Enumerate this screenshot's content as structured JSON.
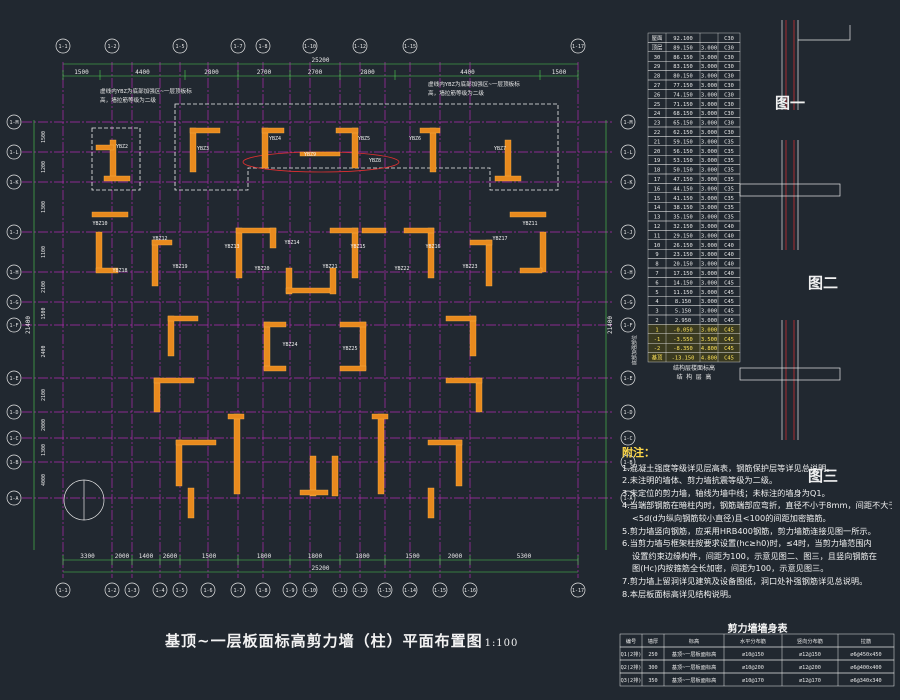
{
  "drawing": {
    "title": "基顶~一层板面标高剪力墙（柱）平面布置图",
    "scale": "1:100",
    "top_total_dim": "25200",
    "bottom_total_dim": "25200",
    "left_total_dim": "21400",
    "right_total_dim": "21400",
    "top_dims": [
      "1500",
      "4400",
      "2800",
      "2700",
      "2700",
      "2800",
      "4400",
      "1500"
    ],
    "bottom_dims": [
      "3300",
      "2000",
      "1400",
      "2600",
      "1500",
      "1800",
      "1800",
      "1800",
      "1500",
      "2000",
      "5300"
    ],
    "left_dims": [
      "1500",
      "1200",
      "1300",
      "1100",
      "2100",
      "1500",
      "2400",
      "2100",
      "2000",
      "1300",
      "4000"
    ],
    "top_axes": [
      "1-1",
      "1-2",
      "1-5",
      "1-7",
      "1-8",
      "1-10",
      "1-12",
      "1-15",
      "1-17"
    ],
    "bottom_axes": [
      "1-1",
      "1-2",
      "1-3",
      "1-4",
      "1-5",
      "1-6",
      "1-7",
      "1-8",
      "1-9",
      "1-10",
      "1-11",
      "1-12",
      "1-13",
      "1-14",
      "1-15",
      "1-16",
      "1-17"
    ],
    "left_axes": [
      "1-M",
      "1-L",
      "1-K",
      "1-J",
      "1-H",
      "1-G",
      "1-F",
      "1-E",
      "1-D",
      "1-C",
      "1-B",
      "1-A"
    ],
    "annotation_left": "虚线内YBZ为底部加强区~一层顶板标高，墙拉筋等级为二级",
    "annotation_right": "虚线内YBZ为底部加强区~一层顶板标高，墙拉筋等级为二级",
    "wall_labels": [
      "YBZ2",
      "YBZ3",
      "YBZ4",
      "YBZ5",
      "YBZ6",
      "YBZ7",
      "YBZ8",
      "YBZ9",
      "YBZ10",
      "YBZ11",
      "YBZ12",
      "YBZ13",
      "YBZ14",
      "YBZ15",
      "YBZ16",
      "YBZ17",
      "YBZ18",
      "YBZ19",
      "YBZ20",
      "YBZ21",
      "YBZ22",
      "YBZ23",
      "YBZ24",
      "YBZ25"
    ]
  },
  "floor_table": {
    "rows": [
      [
        "屋面",
        "92.100",
        "",
        "C30"
      ],
      [
        "顶层",
        "89.150",
        "3.000",
        "C30"
      ],
      [
        "30",
        "86.150",
        "3.000",
        "C30"
      ],
      [
        "29",
        "83.150",
        "3.000",
        "C30"
      ],
      [
        "28",
        "80.150",
        "3.000",
        "C30"
      ],
      [
        "27",
        "77.150",
        "3.000",
        "C30"
      ],
      [
        "26",
        "74.150",
        "3.000",
        "C30"
      ],
      [
        "25",
        "71.150",
        "3.000",
        "C30"
      ],
      [
        "24",
        "68.150",
        "3.000",
        "C30"
      ],
      [
        "23",
        "65.150",
        "3.000",
        "C30"
      ],
      [
        "22",
        "62.150",
        "3.000",
        "C30"
      ],
      [
        "21",
        "59.150",
        "3.000",
        "C35"
      ],
      [
        "20",
        "56.150",
        "3.000",
        "C35"
      ],
      [
        "19",
        "53.150",
        "3.000",
        "C35"
      ],
      [
        "18",
        "50.150",
        "3.000",
        "C35"
      ],
      [
        "17",
        "47.150",
        "3.000",
        "C35"
      ],
      [
        "16",
        "44.150",
        "3.000",
        "C35"
      ],
      [
        "15",
        "41.150",
        "3.000",
        "C35"
      ],
      [
        "14",
        "38.150",
        "3.000",
        "C35"
      ],
      [
        "13",
        "35.150",
        "3.000",
        "C35"
      ],
      [
        "12",
        "32.150",
        "3.000",
        "C40"
      ],
      [
        "11",
        "29.150",
        "3.000",
        "C40"
      ],
      [
        "10",
        "26.150",
        "3.000",
        "C40"
      ],
      [
        "9",
        "23.150",
        "3.000",
        "C40"
      ],
      [
        "8",
        "20.150",
        "3.000",
        "C40"
      ],
      [
        "7",
        "17.150",
        "3.000",
        "C40"
      ],
      [
        "6",
        "14.150",
        "3.000",
        "C45"
      ],
      [
        "5",
        "11.150",
        "3.000",
        "C45"
      ],
      [
        "4",
        "8.150",
        "3.000",
        "C45"
      ],
      [
        "3",
        "5.150",
        "3.000",
        "C45"
      ],
      [
        "2",
        "2.950",
        "3.000",
        "C45"
      ],
      [
        "1",
        "-0.050",
        "3.000",
        "C45"
      ],
      [
        "-1",
        "-3.550",
        "3.500",
        "C45"
      ],
      [
        "-2",
        "-8.350",
        "4.800",
        "C45"
      ],
      [
        "基顶",
        "-13.150",
        "4.800",
        "C45"
      ]
    ],
    "footer_1": "结构层楼面标高",
    "footer_2": "结 构 层 高",
    "side_label": "底部加强部位"
  },
  "figures": {
    "fig1": "图一",
    "fig2": "图二",
    "fig3": "图三"
  },
  "notes": {
    "head": "附注：",
    "items": [
      "1.混凝土强度等级详见层高表，钢筋保护层等详见总说明。",
      "2.未注明的墙体、剪力墙抗震等级为二级。",
      "3.未定位的剪力墙，轴线为墙中线；未标注的墙身为Q1。",
      "4.当端部钢筋在暗柱内时，钢筋端部应弯折，直径不小于8mm，间距不大于",
      "<5d(d为纵向钢筋较小直径)且<100的间距加密箍筋。",
      "5.剪力墙竖向钢筋，应采用HRB400钢筋，剪力墙筋连接见图一所示。",
      "6.当剪力墙与框架柱按要求设置(hc≥h0)时，≤4时，当剪力墙范围内",
      "设置约束边缘构件，间距为100，示意见图二、图三，且竖向钢筋在",
      "图(Hc)内按箍筋全长加密，间距为100，示意见图三。",
      "7.剪力墙上留洞详见建筑及设备图纸，洞口处补强钢筋详见总说明。",
      "8.本层板面标高详见结构说明。"
    ]
  },
  "wall_table": {
    "title": "剪力墙墙身表",
    "headers": [
      "编号",
      "墙厚",
      "标高",
      "水平分布筋",
      "竖向分布筋",
      "拉筋"
    ],
    "rows": [
      [
        "Q1(2排)",
        "250",
        "基顶~一层板面标高",
        "⌀10@150",
        "⌀12@150",
        "⌀6@450x450"
      ],
      [
        "Q2(2排)",
        "300",
        "基顶~一层板面标高",
        "⌀10@200",
        "⌀12@200",
        "⌀6@400x400"
      ],
      [
        "Q3(2排)",
        "350",
        "基顶~一层板面标高",
        "⌀10@170",
        "⌀12@170",
        "⌀6@340x340"
      ]
    ]
  }
}
